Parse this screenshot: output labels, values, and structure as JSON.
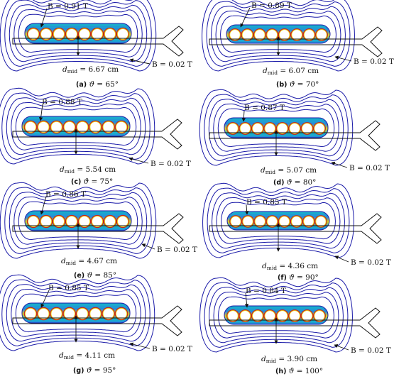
{
  "labels": {
    "b_prefix": "B = ",
    "unit_tesla": "T",
    "d_italic": "d",
    "d_sub": "mid",
    "eq": " = ",
    "unit_cm": "cm",
    "theta_eq": "ϑ = ",
    "degree": "°"
  },
  "panels": [
    {
      "letter": "(a)",
      "b_max": "B = 0.91 T",
      "b_min": "B = 0.02 T",
      "d_mid": "6.67",
      "theta": "65°"
    },
    {
      "letter": "(b)",
      "b_max": "B = 0.89 T",
      "b_min": "B = 0.02 T",
      "d_mid": "6.07",
      "theta": "70°"
    },
    {
      "letter": "(c)",
      "b_max": "B = 0.88 T",
      "b_min": "B = 0.02 T",
      "d_mid": "5.54",
      "theta": "75°"
    },
    {
      "letter": "(d)",
      "b_max": "B = 0.87 T",
      "b_min": "B = 0.02 T",
      "d_mid": "5.07",
      "theta": "80°"
    },
    {
      "letter": "(e)",
      "b_max": "B = 0.86 T",
      "b_min": "B = 0.02 T",
      "d_mid": "4.67",
      "theta": "85°"
    },
    {
      "letter": "(f)",
      "b_max": "B = 0.85 T",
      "b_min": "B = 0.02 T",
      "d_mid": "4.36",
      "theta": "90°"
    },
    {
      "letter": "(g)",
      "b_max": "B = 0.85 T",
      "b_min": "B = 0.02 T",
      "d_mid": "4.11",
      "theta": "95°"
    },
    {
      "letter": "(h)",
      "b_max": "B = 0.84 T",
      "b_min": "B = 0.02 T",
      "d_mid": "3.90",
      "theta": "100°"
    }
  ],
  "colors": {
    "contour": "#1a1aa8",
    "field_high": "#c81e1e",
    "field_mid": "#e8d21a",
    "field_low": "#17b5c9",
    "field_base": "#2a7fe0",
    "outline": "#111111"
  }
}
